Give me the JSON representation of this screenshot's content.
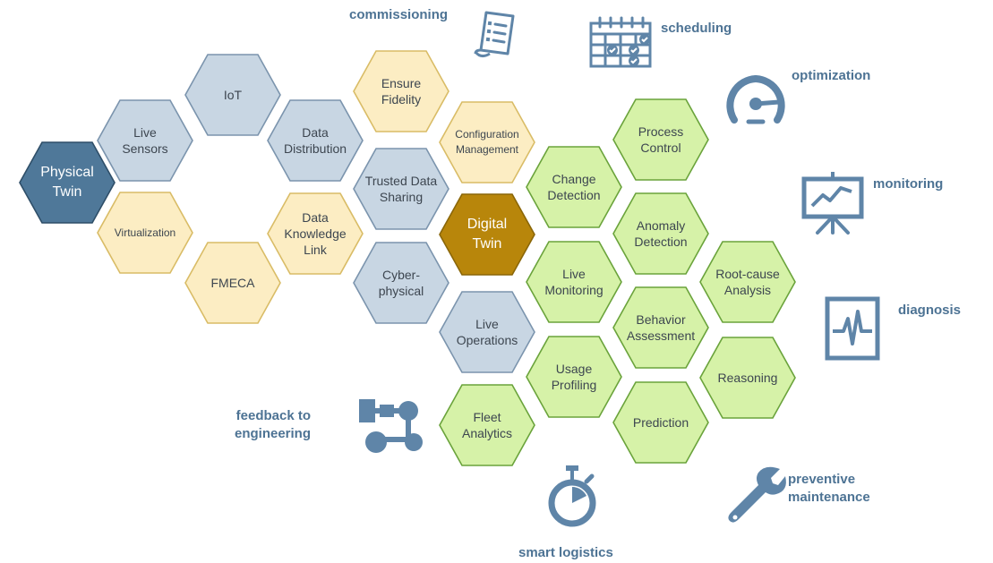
{
  "colors": {
    "blue_fill": "#c8d6e3",
    "blue_stroke": "#7b94ad",
    "yellow_fill": "#fcedc3",
    "yellow_stroke": "#d9bc66",
    "green_fill": "#d6f2a8",
    "green_stroke": "#6aa33b",
    "physical_fill": "#4f7899",
    "physical_stroke": "#2e4e68",
    "digital_fill": "#b8860b",
    "digital_stroke": "#8a6608",
    "icon": "#5f85a8",
    "caption": "#4d7394"
  },
  "hexes": [
    {
      "key": "physical-twin",
      "label": "Physical\nTwin",
      "style": "physical"
    },
    {
      "key": "live-sensors",
      "label": "Live\nSensors",
      "style": "blue"
    },
    {
      "key": "iot",
      "label": "IoT",
      "style": "blue"
    },
    {
      "key": "virtualization",
      "label": "Virtualization",
      "style": "yellow"
    },
    {
      "key": "fmeca",
      "label": "FMECA",
      "style": "yellow"
    },
    {
      "key": "data-distribution",
      "label": "Data\nDistribution",
      "style": "blue"
    },
    {
      "key": "data-knowledge-link",
      "label": "Data\nKnowledge\nLink",
      "style": "yellow"
    },
    {
      "key": "ensure-fidelity",
      "label": "Ensure\nFidelity",
      "style": "yellow"
    },
    {
      "key": "trusted-data-sharing",
      "label": "Trusted Data\nSharing",
      "style": "blue"
    },
    {
      "key": "cyber-physical",
      "label": "Cyber-\nphysical",
      "style": "blue"
    },
    {
      "key": "configuration-management",
      "label": "Configuration\nManagement",
      "style": "yellow"
    },
    {
      "key": "digital-twin",
      "label": "Digital\nTwin",
      "style": "digital"
    },
    {
      "key": "live-operations",
      "label": "Live\nOperations",
      "style": "blue"
    },
    {
      "key": "change-detection",
      "label": "Change\nDetection",
      "style": "green"
    },
    {
      "key": "live-monitoring",
      "label": "Live\nMonitoring",
      "style": "green"
    },
    {
      "key": "usage-profiling",
      "label": "Usage\nProfiling",
      "style": "green"
    },
    {
      "key": "fleet-analytics",
      "label": "Fleet\nAnalytics",
      "style": "green"
    },
    {
      "key": "process-control",
      "label": "Process\nControl",
      "style": "green"
    },
    {
      "key": "anomaly-detection",
      "label": "Anomaly\nDetection",
      "style": "green"
    },
    {
      "key": "behavior-assessment",
      "label": "Behavior\nAssessment",
      "style": "green"
    },
    {
      "key": "prediction",
      "label": "Prediction",
      "style": "green"
    },
    {
      "key": "root-cause-analysis",
      "label": "Root-cause\nAnalysis",
      "style": "green"
    },
    {
      "key": "reasoning",
      "label": "Reasoning",
      "style": "green"
    }
  ],
  "captions": [
    {
      "key": "commissioning",
      "text": "commissioning",
      "icon": "clipboard-checklist-icon"
    },
    {
      "key": "scheduling",
      "text": "scheduling",
      "icon": "calendar-icon"
    },
    {
      "key": "optimization",
      "text": "optimization",
      "icon": "speedometer-icon"
    },
    {
      "key": "monitoring",
      "text": "monitoring",
      "icon": "presentation-chart-icon"
    },
    {
      "key": "diagnosis",
      "text": "diagnosis",
      "icon": "heartbeat-monitor-icon"
    },
    {
      "key": "preventive-maintenance",
      "text": "preventive\nmaintenance",
      "icon": "wrench-icon"
    },
    {
      "key": "smart-logistics",
      "text": "smart logistics",
      "icon": "stopwatch-icon"
    },
    {
      "key": "feedback-to-engineering",
      "text": "feedback to\nengineering",
      "icon": "flow-network-icon"
    }
  ]
}
